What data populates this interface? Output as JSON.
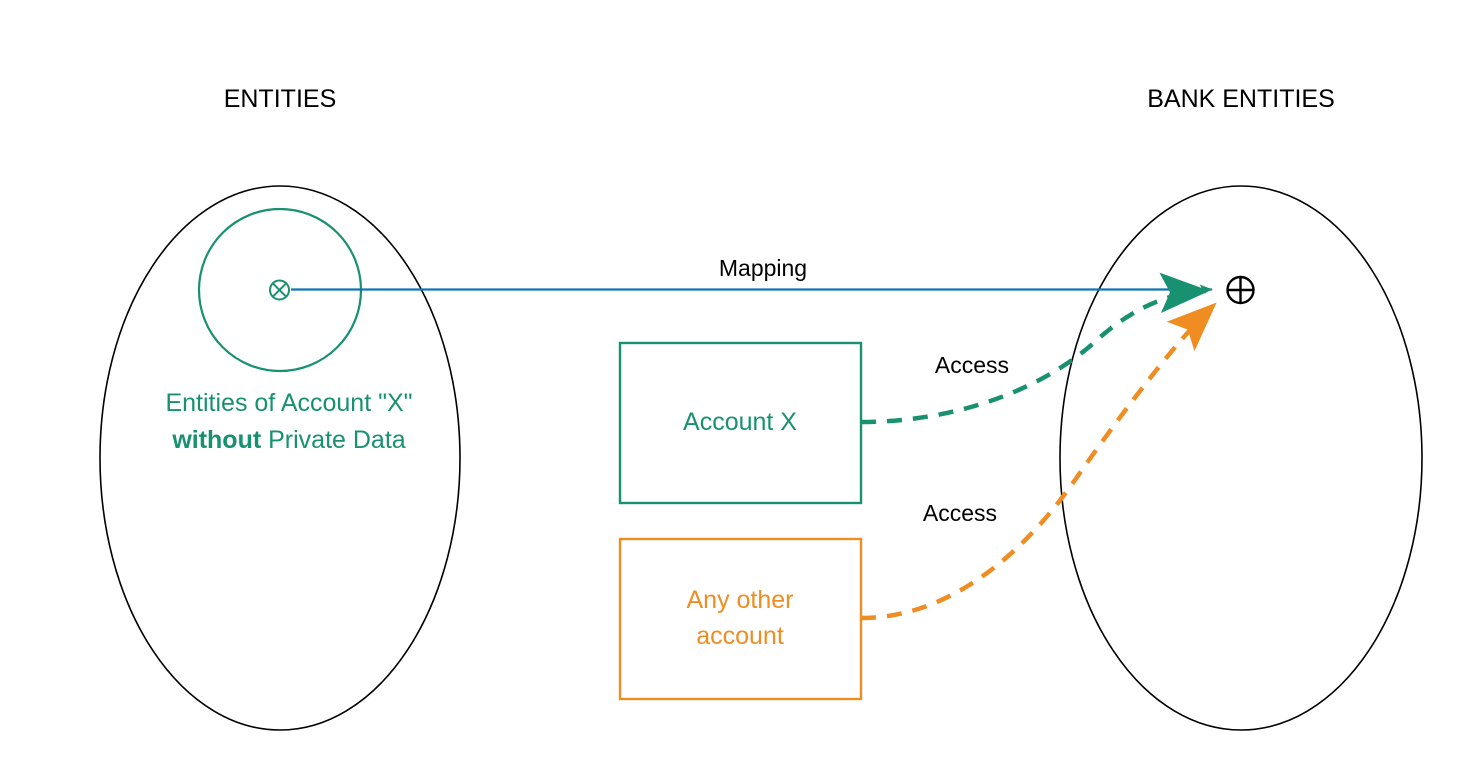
{
  "diagram": {
    "background_color": "#ffffff",
    "colors": {
      "teal": "#189171",
      "orange": "#ef8d22",
      "blue": "#1176b0",
      "black": "#000000"
    },
    "headers": {
      "left": "ENTITIES",
      "right": "BANK ENTITIES"
    },
    "left_group": {
      "inner_node_icon": "circled-x-icon",
      "caption_line1": "Entities of Account \"X\"",
      "caption_line2_bold": "without",
      "caption_line2_rest": " Private Data"
    },
    "right_group": {
      "target_node_icon": "circled-plus-icon"
    },
    "boxes": [
      {
        "id": "account-x",
        "label": "Account X",
        "color": "#189171"
      },
      {
        "id": "any-other-account",
        "label_line1": "Any other",
        "label_line2": "account",
        "color": "#ef8d22"
      }
    ],
    "edges": [
      {
        "id": "mapping",
        "label": "Mapping",
        "style": "solid",
        "color": "#1176b0",
        "arrow_color": "#189171"
      },
      {
        "id": "access-account-x",
        "label": "Access",
        "style": "dashed",
        "color": "#189171"
      },
      {
        "id": "access-any-other",
        "label": "Access",
        "style": "dashed",
        "color": "#ef8d22"
      }
    ]
  }
}
